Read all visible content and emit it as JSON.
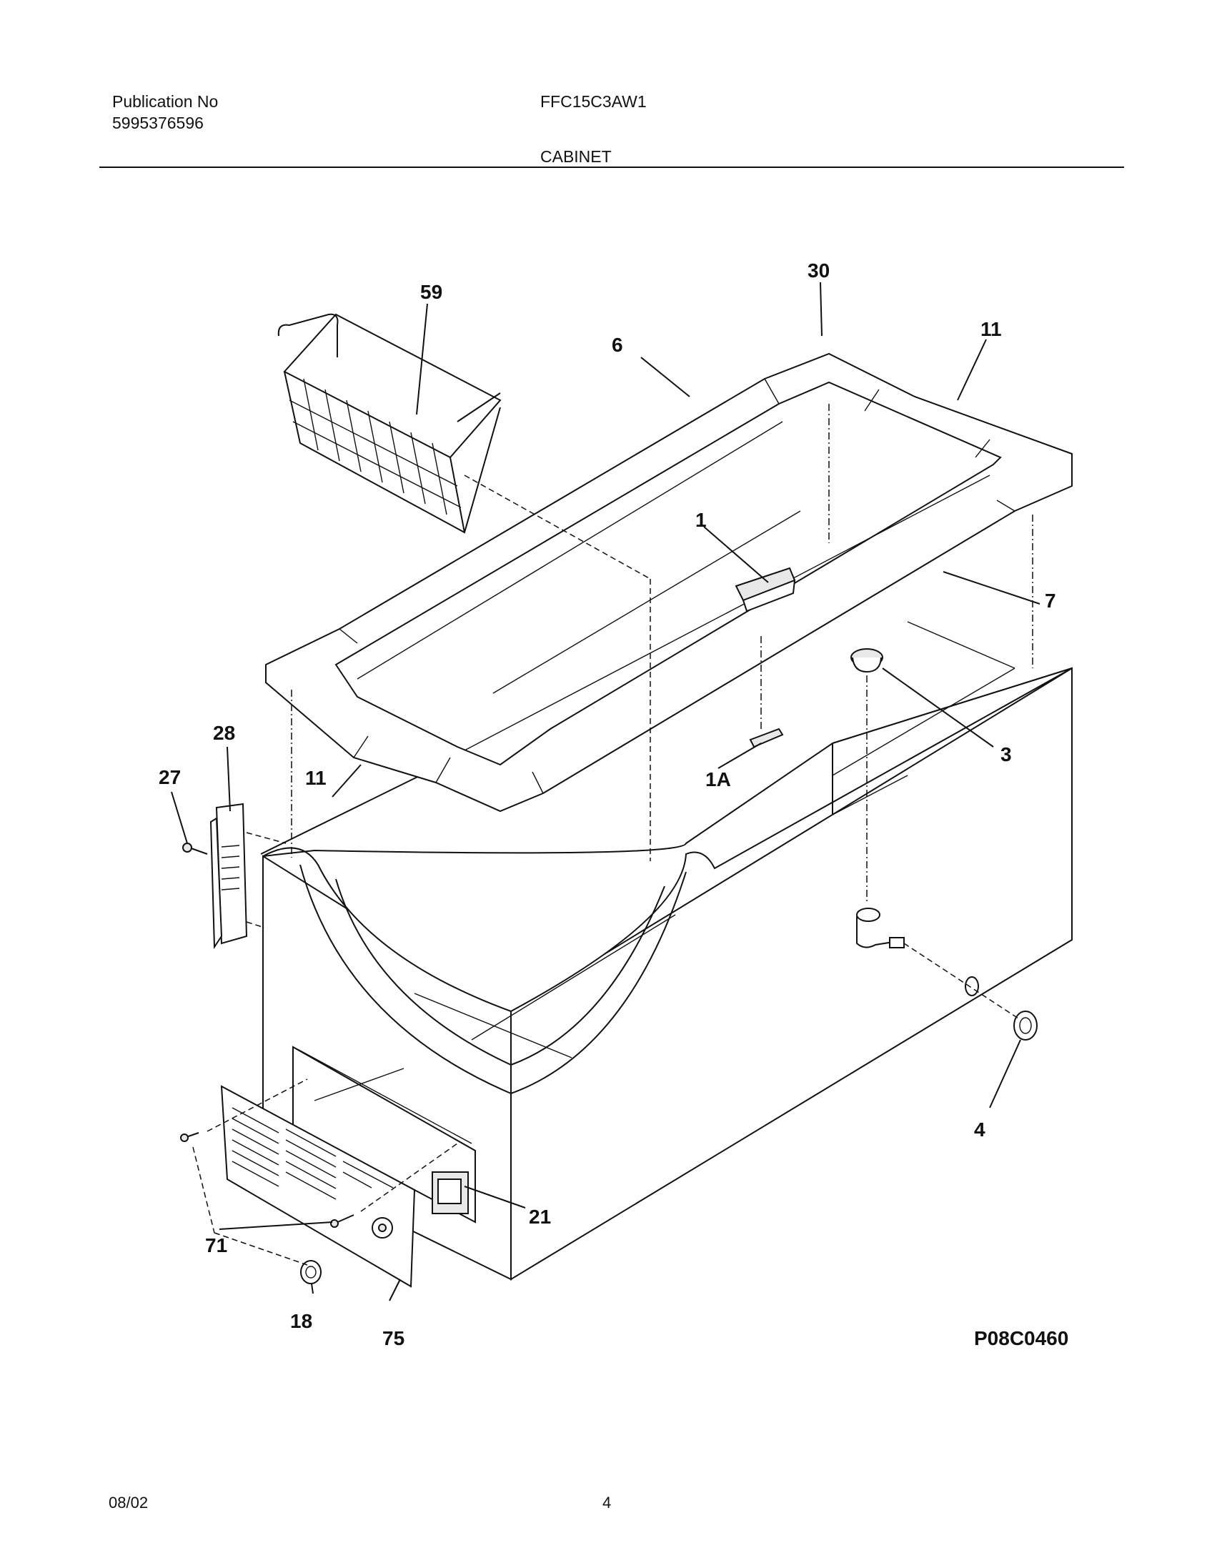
{
  "header": {
    "publication_label": "Publication No",
    "publication_number": "5995376596",
    "model": "FFC15C3AW1",
    "section": "CABINET"
  },
  "diagram": {
    "drawing_code": "P08C0460",
    "callouts": [
      {
        "id": "59",
        "label": "59"
      },
      {
        "id": "30",
        "label": "30"
      },
      {
        "id": "6",
        "label": "6"
      },
      {
        "id": "11-top",
        "label": "11"
      },
      {
        "id": "1",
        "label": "1"
      },
      {
        "id": "7",
        "label": "7"
      },
      {
        "id": "28",
        "label": "28"
      },
      {
        "id": "27",
        "label": "27"
      },
      {
        "id": "11-left",
        "label": "11"
      },
      {
        "id": "1A",
        "label": "1A"
      },
      {
        "id": "3",
        "label": "3"
      },
      {
        "id": "4",
        "label": "4"
      },
      {
        "id": "21",
        "label": "21"
      },
      {
        "id": "71",
        "label": "71"
      },
      {
        "id": "18",
        "label": "18"
      },
      {
        "id": "75",
        "label": "75"
      }
    ]
  },
  "footer": {
    "date": "08/02",
    "page": "4"
  }
}
